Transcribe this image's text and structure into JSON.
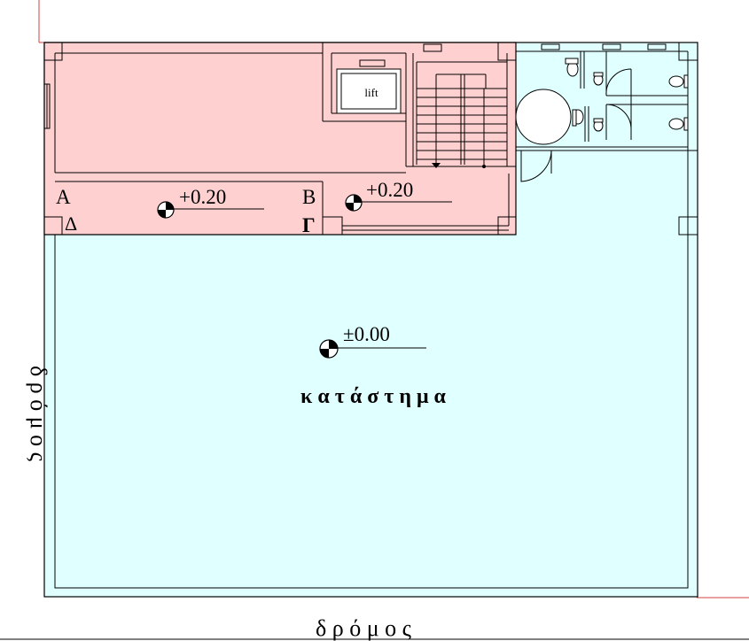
{
  "colors": {
    "service_zone": "#ffd0d0",
    "shop_floor": "#e0ffff",
    "wall_line": "#000000",
    "reference_line": "#d04040"
  },
  "labels": {
    "lift": "lift",
    "corner_a": "Α",
    "corner_b": "Β",
    "corner_g": "Γ",
    "corner_d": "Δ",
    "level_mezzanine_1": "+0.20",
    "level_mezzanine_2": "+0.20",
    "level_shop": "±0.00",
    "room_shop": "κ α τ ά σ τ η μ α",
    "street_bottom": "δ ρ ό μ ο ς",
    "street_left": "δ ρ ό μ ο ς"
  },
  "icons": {
    "level_marker": "level-datum-icon",
    "toilet": "toilet-icon",
    "stair_arrow": "arrow-down-icon"
  }
}
